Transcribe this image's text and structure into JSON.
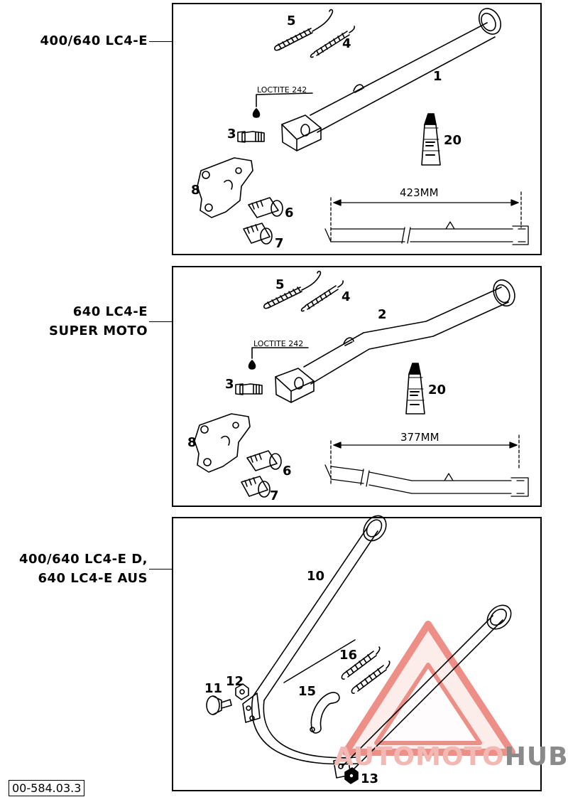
{
  "sections": [
    {
      "model": [
        "400/640 LC4-E"
      ],
      "parts": [
        "5",
        "4",
        "1",
        "3",
        "20",
        "8",
        "6",
        "7"
      ],
      "loctite": "LOCTITE 242",
      "dimension": "423MM"
    },
    {
      "model": [
        "640 LC4-E",
        "SUPER MOTO"
      ],
      "parts": [
        "5",
        "4",
        "2",
        "3",
        "20",
        "8",
        "6",
        "7"
      ],
      "loctite": "LOCTITE 242",
      "dimension": "377MM"
    },
    {
      "model": [
        "400/640 LC4-E D,",
        "640 LC4-E AUS"
      ],
      "parts": [
        "10",
        "16",
        "11",
        "12",
        "15",
        "13"
      ]
    }
  ],
  "figure_code": "00-584.03.3",
  "watermark": {
    "text_a": "AUTOMOTO",
    "text_b": "HUB",
    "color_a": "#f2b9b4",
    "color_b": "#8a8a8a"
  }
}
